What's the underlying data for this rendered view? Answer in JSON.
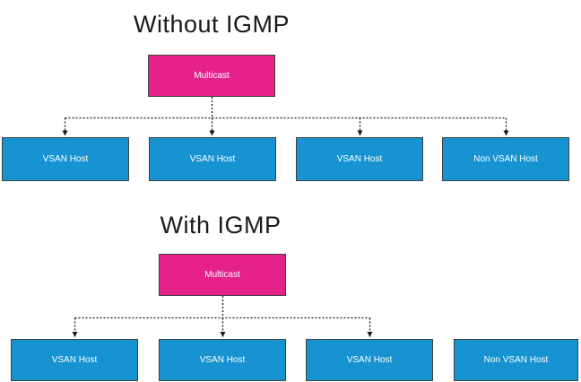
{
  "colors": {
    "multicast_fill": "#E6218C",
    "host_fill": "#1793D1",
    "line": "#1A1A1A",
    "title_text": "#1A1A1A",
    "box_text": "#FFFFFF",
    "box_border": "#404040"
  },
  "diagrams": [
    {
      "title": "Without IGMP",
      "source_label": "Multicast",
      "hosts": [
        {
          "label": "VSAN Host",
          "receives_traffic": true
        },
        {
          "label": "VSAN Host",
          "receives_traffic": true
        },
        {
          "label": "VSAN Host",
          "receives_traffic": true
        },
        {
          "label": "Non VSAN Host",
          "receives_traffic": true
        }
      ]
    },
    {
      "title": "With IGMP",
      "source_label": "Multicast",
      "hosts": [
        {
          "label": "VSAN Host",
          "receives_traffic": true
        },
        {
          "label": "VSAN Host",
          "receives_traffic": true
        },
        {
          "label": "VSAN Host",
          "receives_traffic": true
        },
        {
          "label": "Non VSAN Host",
          "receives_traffic": false
        }
      ]
    }
  ]
}
